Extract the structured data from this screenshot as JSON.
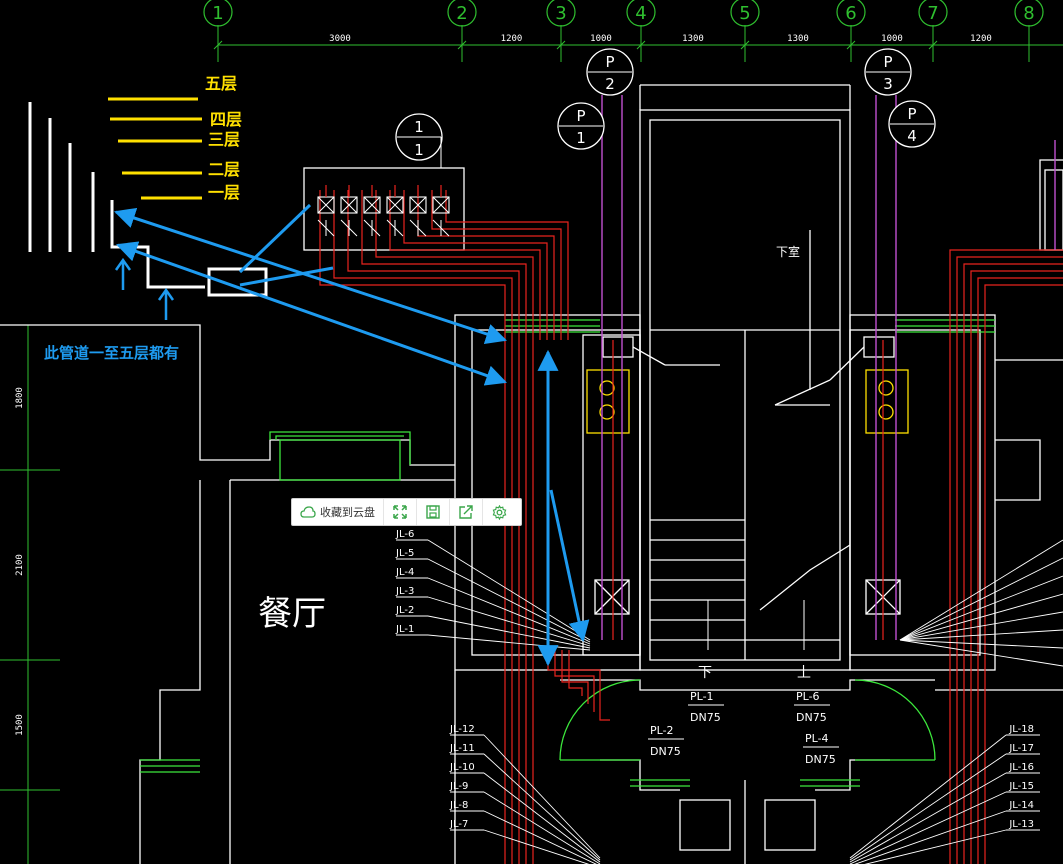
{
  "axes": [
    {
      "label": "1"
    },
    {
      "label": "2"
    },
    {
      "label": "3"
    },
    {
      "label": "4"
    },
    {
      "label": "5"
    },
    {
      "label": "6"
    },
    {
      "label": "7"
    },
    {
      "label": "8"
    }
  ],
  "dimensions_top": [
    "3000",
    "1200",
    "1000",
    "1300",
    "1300",
    "1000",
    "1200"
  ],
  "dimensions_left": [
    "1800",
    "2100",
    "1500"
  ],
  "pipe_markers": [
    {
      "top": "P",
      "bottom": "2"
    },
    {
      "top": "P",
      "bottom": "1"
    },
    {
      "top": "P",
      "bottom": "3"
    },
    {
      "top": "P",
      "bottom": "4"
    }
  ],
  "detail_marker": {
    "top": "1",
    "bottom": "1"
  },
  "floor_labels": [
    "五层",
    "四层",
    "三层",
    "二层",
    "一层"
  ],
  "annotation": "此管道一至五层都有",
  "room_label": "餐厅",
  "jl_left_upper": [
    "JL-6",
    "JL-5",
    "JL-4",
    "JL-3",
    "JL-2",
    "JL-1"
  ],
  "jl_left_lower": [
    "JL-12",
    "JL-11",
    "JL-10",
    "JL-9",
    "JL-8",
    "JL-7"
  ],
  "jl_right_lower": [
    "JL-18",
    "JL-17",
    "JL-16",
    "JL-15",
    "JL-14",
    "JL-13"
  ],
  "pl_labels": [
    {
      "name": "PL-1",
      "dn": "DN75"
    },
    {
      "name": "PL-6",
      "dn": "DN75"
    },
    {
      "name": "PL-2",
      "dn": "DN75"
    },
    {
      "name": "PL-4",
      "dn": "DN75"
    }
  ],
  "stair_labels": {
    "down": "下",
    "up": "上",
    "down_room": "下室"
  },
  "toolbar": {
    "save_label": "收藏到云盘",
    "icons": [
      "cloud-icon",
      "expand-icon",
      "save-icon",
      "share-icon",
      "gear-icon"
    ]
  },
  "colors": {
    "background": "#000000",
    "axis": "#2fbf2f",
    "wall": "#ffffff",
    "pipe_red": "#e8231e",
    "pipe_purple": "#c050d0",
    "green_line": "#3ce83c",
    "yellow": "#ffe000",
    "annotation_blue": "#1e9bf0"
  }
}
